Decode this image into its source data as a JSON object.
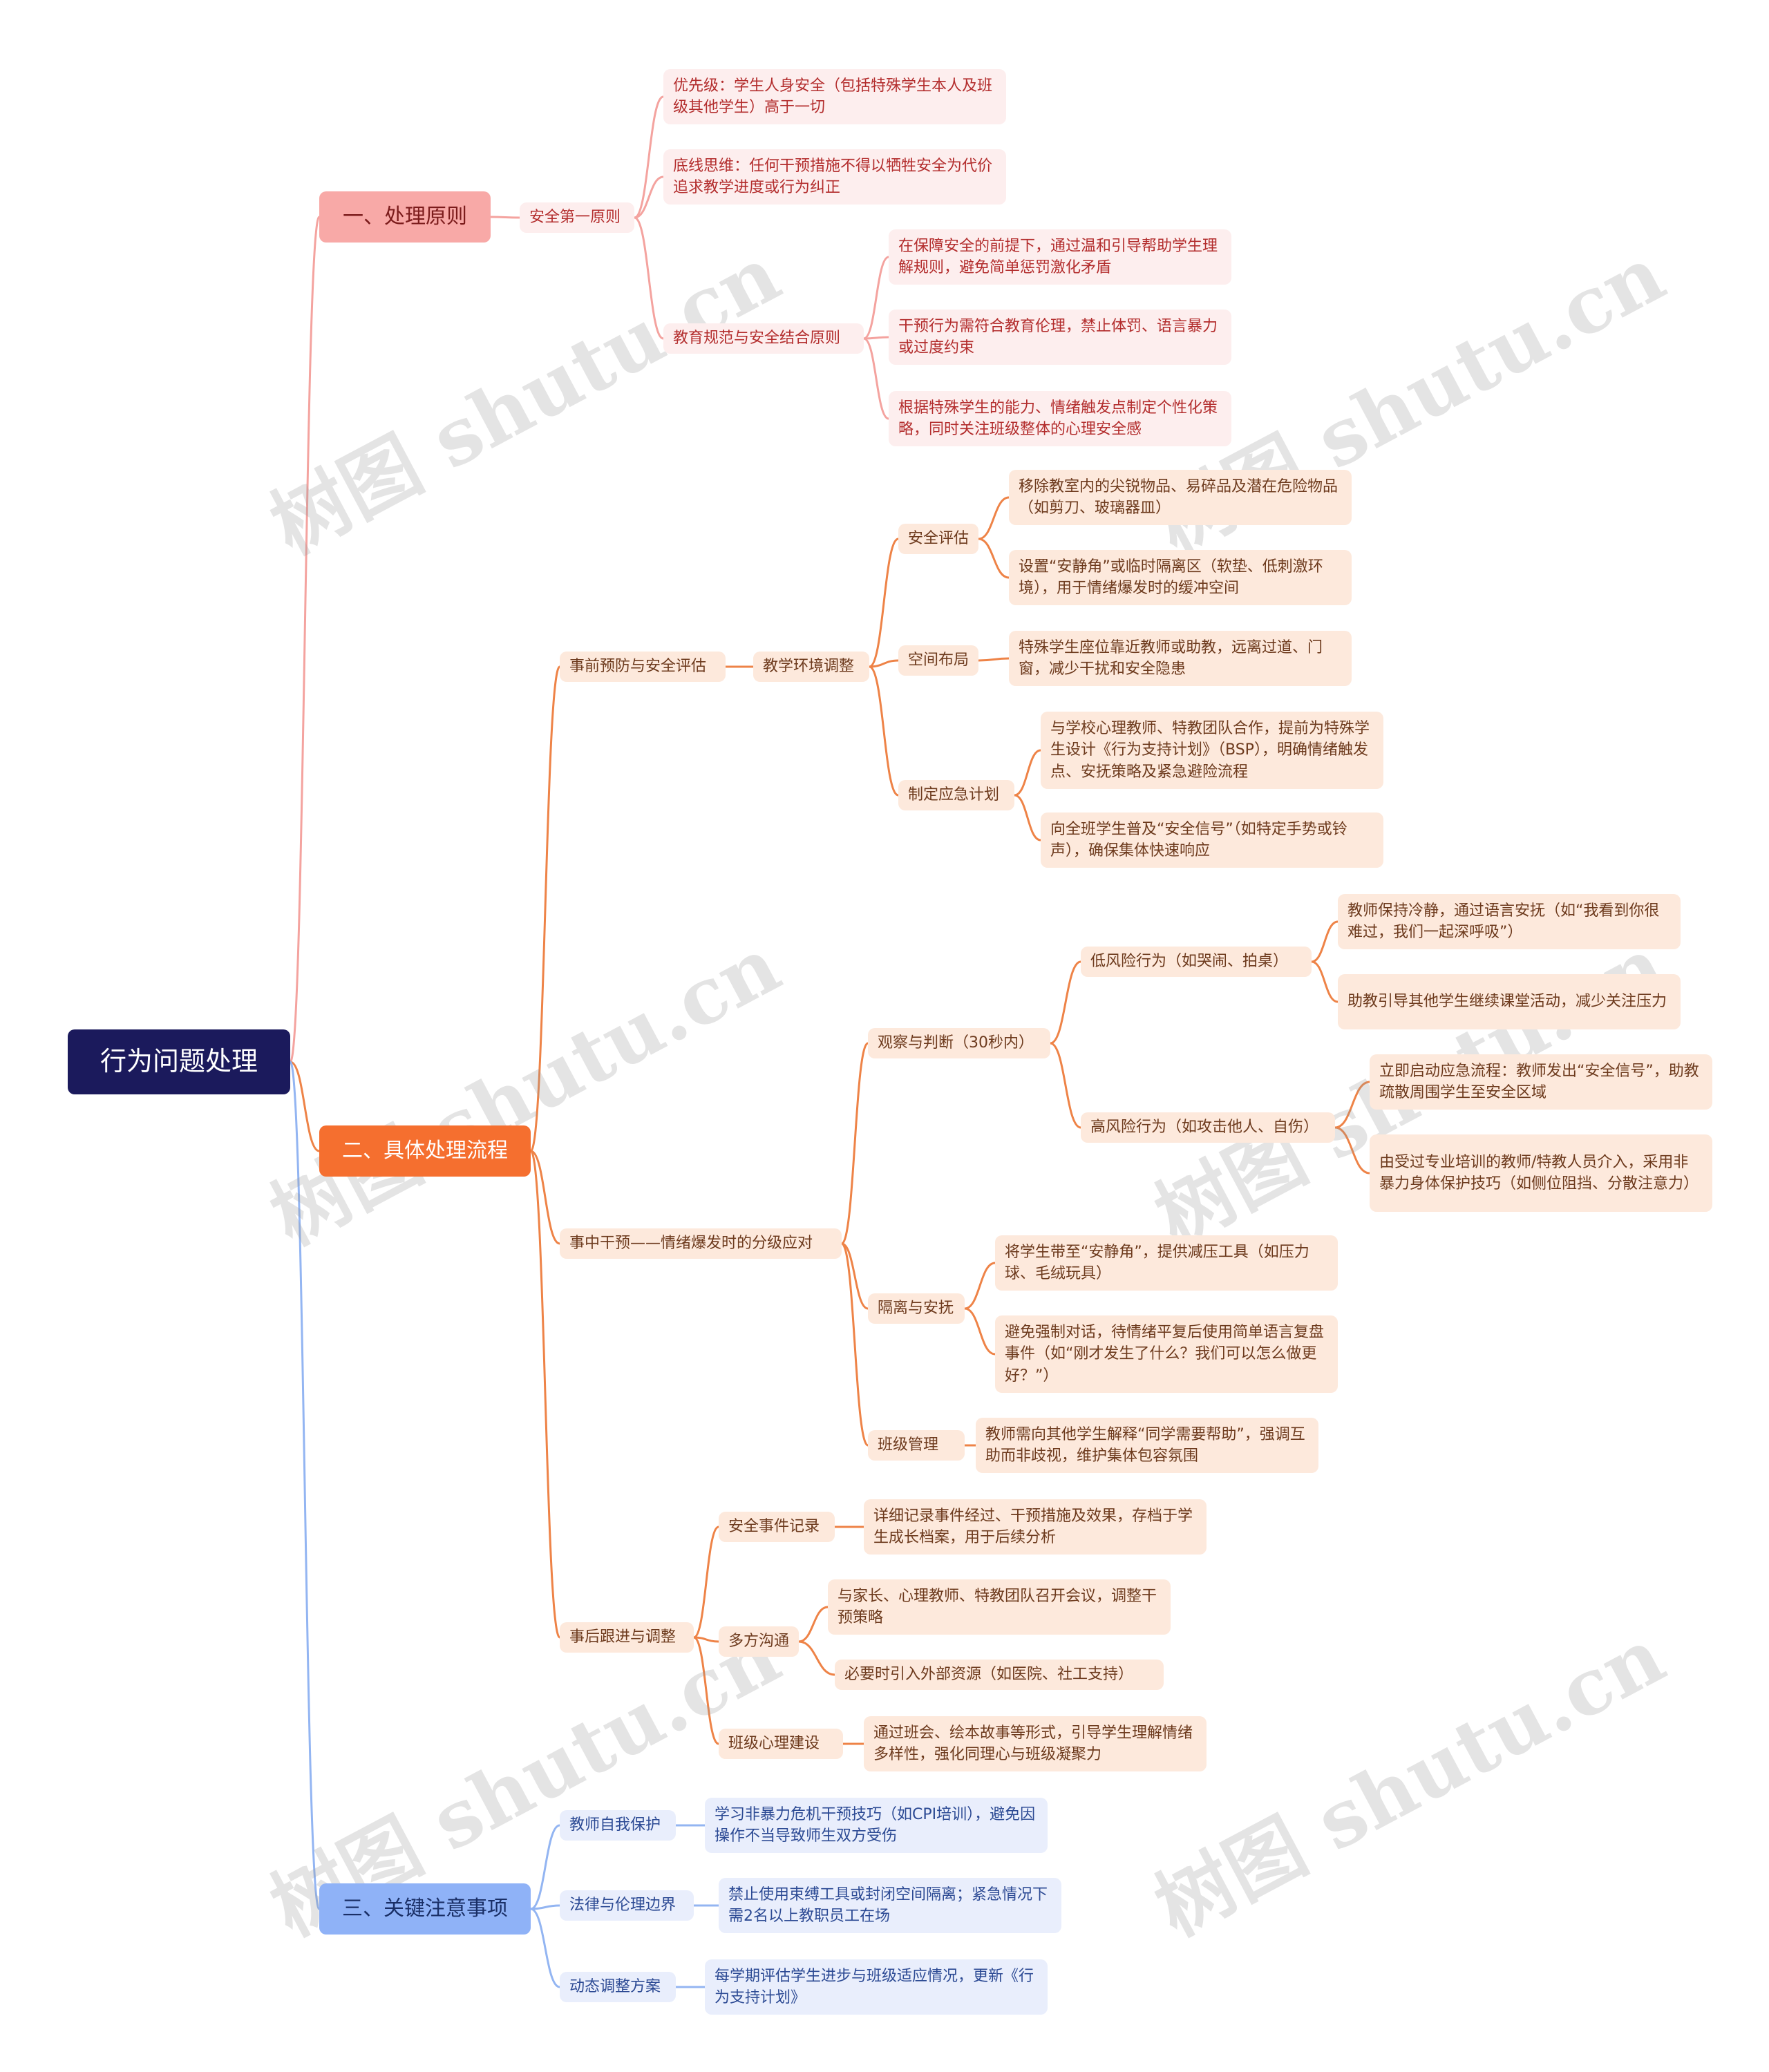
{
  "root": "行为问题处理",
  "colors": {
    "branch_0_line": "#f4a39f",
    "branch_1_line": "#ee8347",
    "branch_2_line": "#93b5f2"
  },
  "branches": [
    {
      "label": "一、处理原则",
      "children": [
        {
          "label": "安全第一原则",
          "children": [
            {
              "label": "优先级：学生人身安全（包括特殊学生本人及班级其他学生）高于一切"
            },
            {
              "label": "底线思维：任何干预措施不得以牺牲安全为代价追求教学进度或行为纠正"
            },
            {
              "label": "教育规范与安全结合原则",
              "children": [
                {
                  "label": "在保障安全的前提下，通过温和引导帮助学生理解规则，避免简单惩罚激化矛盾"
                },
                {
                  "label": "干预行为需符合教育伦理，禁止体罚、语言暴力或过度约束"
                },
                {
                  "label": "根据特殊学生的能力、情绪触发点制定个性化策略，同时关注班级整体的心理安全感"
                }
              ]
            }
          ]
        }
      ]
    },
    {
      "label": "二、具体处理流程",
      "children": [
        {
          "label": "事前预防与安全评估",
          "children": [
            {
              "label": "教学环境调整",
              "children": [
                {
                  "label": "安全评估",
                  "children": [
                    {
                      "label": "移除教室内的尖锐物品、易碎品及潜在危险物品（如剪刀、玻璃器皿）"
                    },
                    {
                      "label": "设置“安静角”或临时隔离区（软垫、低刺激环境），用于情绪爆发时的缓冲空间"
                    }
                  ]
                },
                {
                  "label": "空间布局",
                  "children": [
                    {
                      "label": "特殊学生座位靠近教师或助教，远离过道、门窗，减少干扰和安全隐患"
                    }
                  ]
                },
                {
                  "label": "制定应急计划",
                  "children": [
                    {
                      "label": "与学校心理教师、特教团队合作，提前为特殊学生设计《行为支持计划》（BSP），明确情绪触发点、安抚策略及紧急避险流程"
                    },
                    {
                      "label": "向全班学生普及“安全信号”（如特定手势或铃声），确保集体快速响应"
                    }
                  ]
                }
              ]
            }
          ]
        },
        {
          "label": "事中干预——情绪爆发时的分级应对",
          "children": [
            {
              "label": "观察与判断（30秒内）",
              "children": [
                {
                  "label": "低风险行为（如哭闹、拍桌）",
                  "children": [
                    {
                      "label": "教师保持冷静，通过语言安抚（如“我看到你很难过，我们一起深呼吸”）"
                    },
                    {
                      "label": "助教引导其他学生继续课堂活动，减少关注压力"
                    }
                  ]
                },
                {
                  "label": "高风险行为（如攻击他人、自伤）",
                  "children": [
                    {
                      "label": "立即启动应急流程：教师发出“安全信号”，助教疏散周围学生至安全区域"
                    },
                    {
                      "label": "由受过专业培训的教师/特教人员介入，采用非暴力身体保护技巧（如侧位阻挡、分散注意力）"
                    }
                  ]
                }
              ]
            },
            {
              "label": "隔离与安抚",
              "children": [
                {
                  "label": "将学生带至“安静角”，提供减压工具（如压力球、毛绒玩具）"
                },
                {
                  "label": "避免强制对话，待情绪平复后使用简单语言复盘事件（如“刚才发生了什么？我们可以怎么做更好？”）"
                }
              ]
            },
            {
              "label": "班级管理",
              "children": [
                {
                  "label": "教师需向其他学生解释“同学需要帮助”，强调互助而非歧视，维护集体包容氛围"
                }
              ]
            }
          ]
        },
        {
          "label": "事后跟进与调整",
          "children": [
            {
              "label": "安全事件记录",
              "children": [
                {
                  "label": "详细记录事件经过、干预措施及效果，存档于学生成长档案，用于后续分析"
                }
              ]
            },
            {
              "label": "多方沟通",
              "children": [
                {
                  "label": "与家长、心理教师、特教团队召开会议，调整干预策略"
                },
                {
                  "label": "必要时引入外部资源（如医院、社工支持）"
                }
              ]
            },
            {
              "label": "班级心理建设",
              "children": [
                {
                  "label": "通过班会、绘本故事等形式，引导学生理解情绪多样性，强化同理心与班级凝聚力"
                }
              ]
            }
          ]
        }
      ]
    },
    {
      "label": "三、关键注意事项",
      "children": [
        {
          "label": "教师自我保护",
          "children": [
            {
              "label": "学习非暴力危机干预技巧（如CPI培训），避免因操作不当导致师生双方受伤"
            }
          ]
        },
        {
          "label": "法律与伦理边界",
          "children": [
            {
              "label": "禁止使用束缚工具或封闭空间隔离；紧急情况下需2名以上教职员工在场"
            }
          ]
        },
        {
          "label": "动态调整方案",
          "children": [
            {
              "label": "每学期评估学生进步与班级适应情况，更新《行为支持计划》"
            }
          ]
        }
      ]
    }
  ],
  "watermark": "树图 shutu.cn"
}
